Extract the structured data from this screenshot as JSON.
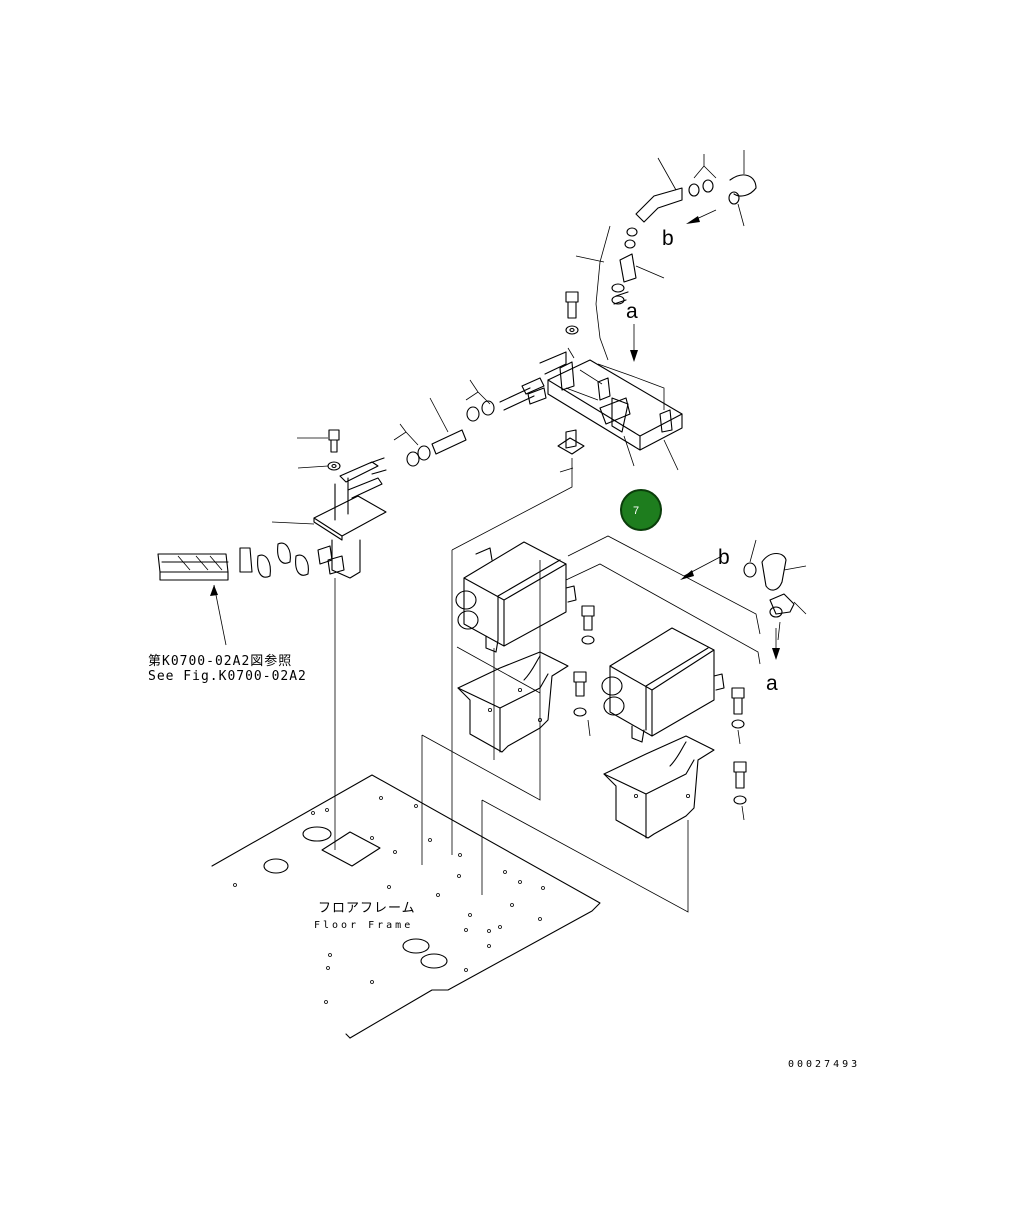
{
  "diagram": {
    "reference_label_jp": "第K0700-02A2図参照",
    "reference_label_en": "See Fig.K0700-02A2",
    "floor_label_jp": "フロアフレーム",
    "floor_label_en": "Floor Frame",
    "callout_a_top": "a",
    "callout_b_top": "b",
    "callout_b_right": "b",
    "callout_a_right": "a",
    "drawing_number": "00027493",
    "badge_number": "7",
    "badge_color": "#1e7d1e",
    "line_color": "#000000"
  }
}
